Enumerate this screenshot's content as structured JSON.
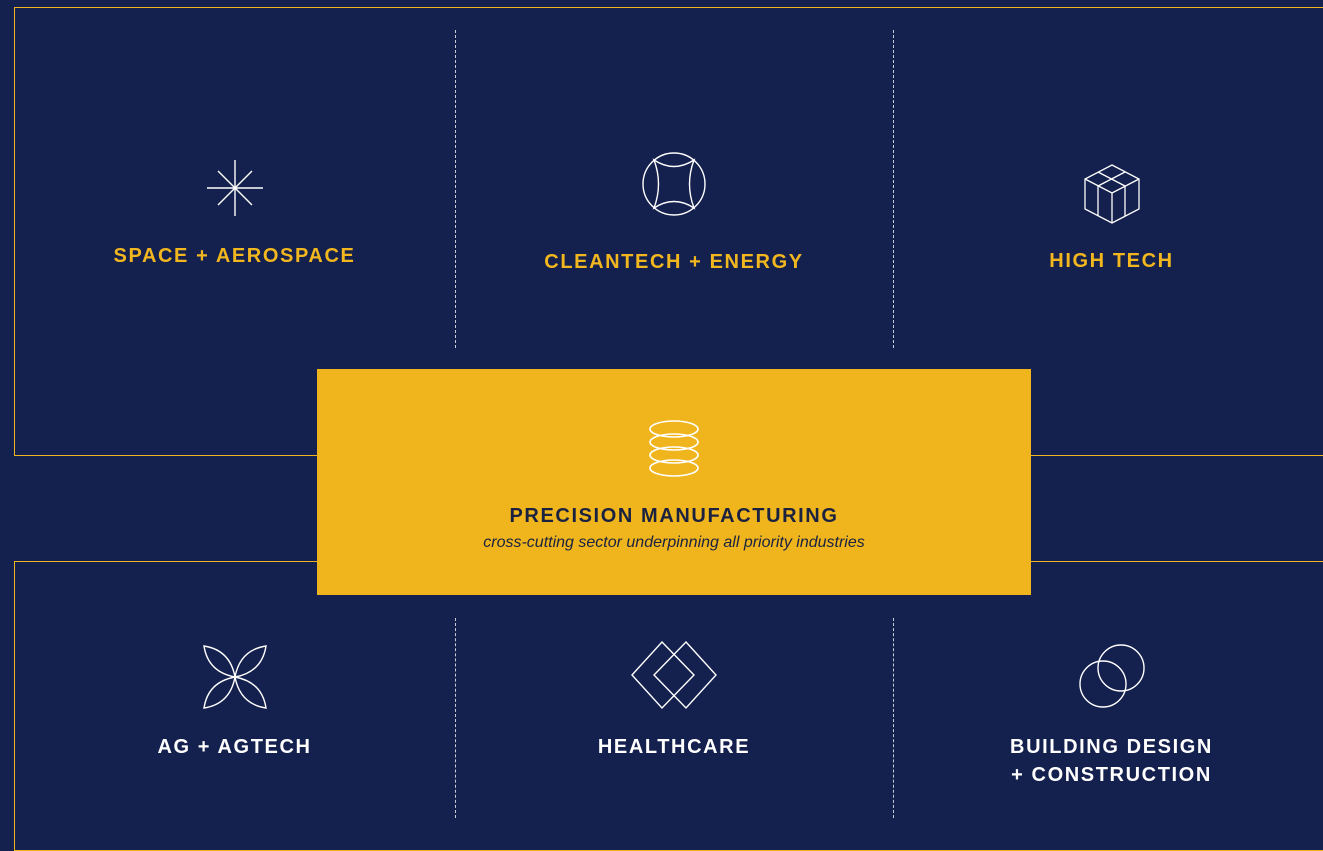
{
  "colors": {
    "background": "#14204d",
    "accent": "#f0b51d",
    "top_label": "#f2b71e",
    "bottom_label": "#ffffff",
    "center_text": "#1a2240"
  },
  "top_sectors": [
    {
      "label": "SPACE + AEROSPACE",
      "icon": "starburst-icon"
    },
    {
      "label": "CLEANTECH + ENERGY",
      "icon": "circle-square-icon"
    },
    {
      "label": "HIGH TECH",
      "icon": "cube-icon"
    }
  ],
  "center": {
    "title": "PRECISION MANUFACTURING",
    "subtitle": "cross-cutting sector underpinning all priority industries",
    "icon": "stacked-rings-icon"
  },
  "bottom_sectors": [
    {
      "label": "AG + AGTECH",
      "icon": "petals-icon"
    },
    {
      "label": "HEALTHCARE",
      "icon": "overlapping-diamonds-icon"
    },
    {
      "label_line1": "BUILDING DESIGN",
      "label_line2": "+ CONSTRUCTION",
      "icon": "overlapping-circles-icon"
    }
  ]
}
